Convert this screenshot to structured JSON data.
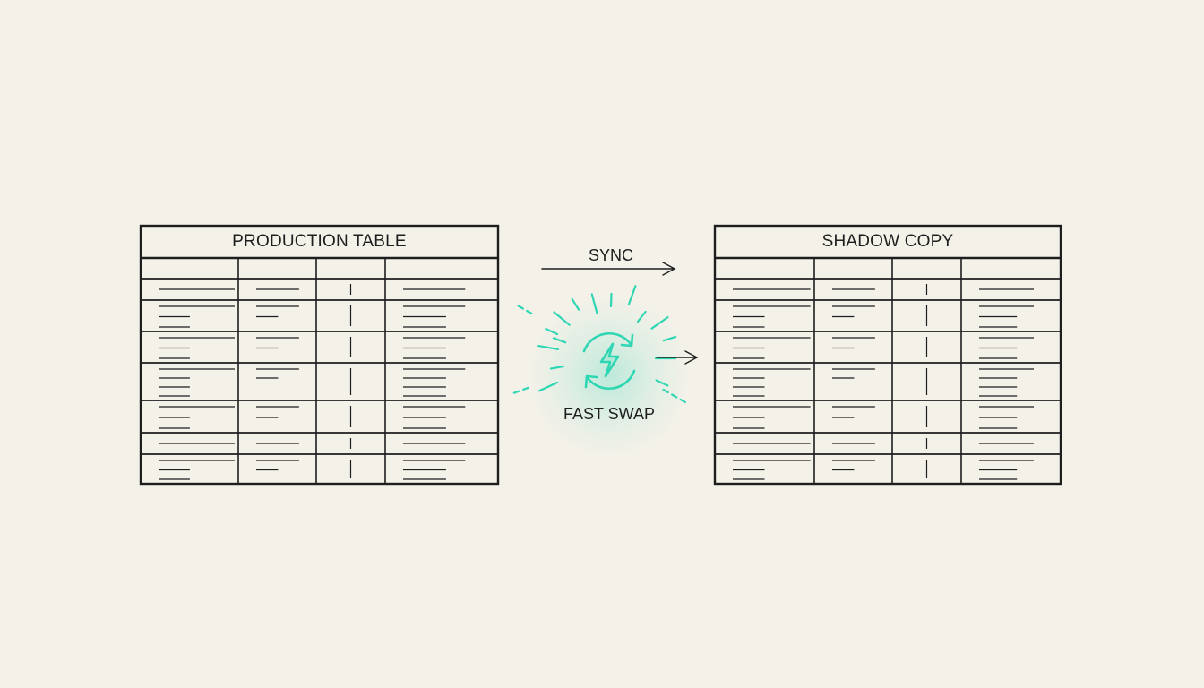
{
  "diagram": {
    "source_table": {
      "title": "PRODUCTION TABLE"
    },
    "target_table": {
      "title": "SHADOW COPY"
    },
    "sync_label": "SYNC",
    "swap_label": "FAST SWAP",
    "icons": {
      "swap": "refresh-lightning-icon",
      "sync_arrow": "arrow-right-icon",
      "swap_arrow": "arrow-right-icon"
    },
    "colors": {
      "background": "#f4f1e9",
      "ink": "#1e1e1e",
      "accent": "#2fd6b4"
    }
  }
}
